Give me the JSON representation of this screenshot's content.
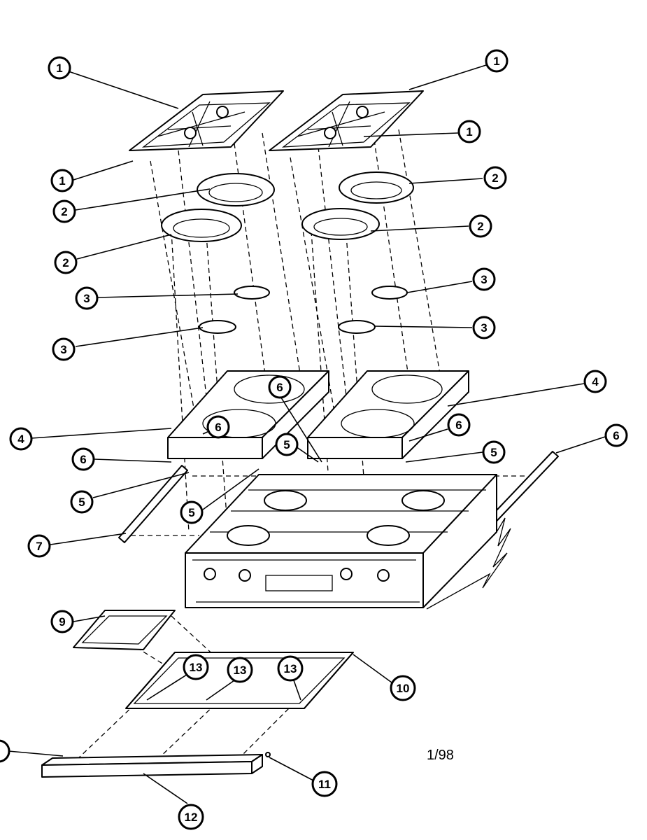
{
  "diagram": {
    "date_code": "1/98",
    "callouts": [
      {
        "id": "c1a",
        "label": "1"
      },
      {
        "id": "c1b",
        "label": "1"
      },
      {
        "id": "c1c",
        "label": "1"
      },
      {
        "id": "c1d",
        "label": "1"
      },
      {
        "id": "c2a",
        "label": "2"
      },
      {
        "id": "c2b",
        "label": "2"
      },
      {
        "id": "c2c",
        "label": "2"
      },
      {
        "id": "c2d",
        "label": "2"
      },
      {
        "id": "c3a",
        "label": "3"
      },
      {
        "id": "c3b",
        "label": "3"
      },
      {
        "id": "c3c",
        "label": "3"
      },
      {
        "id": "c3d",
        "label": "3"
      },
      {
        "id": "c4a",
        "label": "4"
      },
      {
        "id": "c4b",
        "label": "4"
      },
      {
        "id": "c5a",
        "label": "5"
      },
      {
        "id": "c5b",
        "label": "5"
      },
      {
        "id": "c5c",
        "label": "5"
      },
      {
        "id": "c5d",
        "label": "5"
      },
      {
        "id": "c6a",
        "label": "6"
      },
      {
        "id": "c6b",
        "label": "6"
      },
      {
        "id": "c6c",
        "label": "6"
      },
      {
        "id": "c6d",
        "label": "6"
      },
      {
        "id": "c6e",
        "label": "6"
      },
      {
        "id": "c7",
        "label": "7"
      },
      {
        "id": "c9",
        "label": "9"
      },
      {
        "id": "c10",
        "label": "10"
      },
      {
        "id": "c11",
        "label": "11"
      },
      {
        "id": "c12",
        "label": "12"
      },
      {
        "id": "c13a",
        "label": "13"
      },
      {
        "id": "c13b",
        "label": "13"
      },
      {
        "id": "c13c",
        "label": "13"
      }
    ]
  }
}
